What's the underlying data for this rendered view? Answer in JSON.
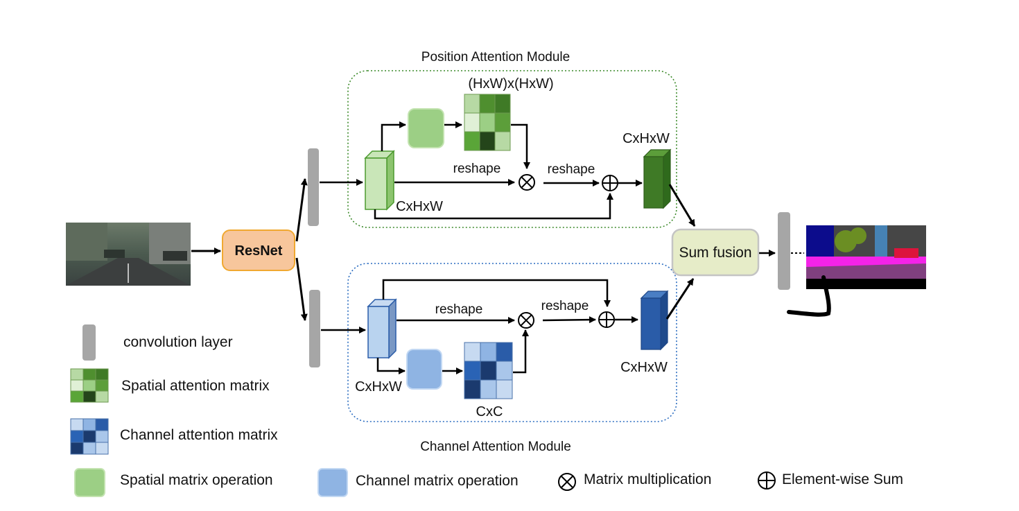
{
  "position_module": {
    "title": "Position Attention Module",
    "matrix_label": "(HxW)x(HxW)",
    "output_label": "CxHxW",
    "input_label": "CxHxW",
    "reshape_1": "reshape",
    "reshape_2": "reshape"
  },
  "channel_module": {
    "title": "Channel Attention Module",
    "matrix_label": "CxC",
    "output_label": "CxHxW",
    "input_label": "CxHxW",
    "reshape_1": "reshape",
    "reshape_2": "reshape"
  },
  "backbone": {
    "label": "ResNet"
  },
  "fusion": {
    "label": "Sum fusion"
  },
  "legend": {
    "conv": "convolution layer",
    "spatial_matrix": "Spatial attention matrix",
    "channel_matrix": "Channel attention matrix",
    "spatial_op": "Spatial matrix operation",
    "channel_op": "Channel matrix operation",
    "mult": "Matrix multiplication",
    "sum": "Element-wise Sum"
  },
  "colors": {
    "green_dark": "#3f7a26",
    "green_light": "#9ccf85",
    "blue_dark": "#2a5ca8",
    "blue_light": "#8fb4e3",
    "conv_gray": "#a6a6a6",
    "resnet_fill": "#f7c69c",
    "fusion_fill": "#e6ecc8"
  }
}
